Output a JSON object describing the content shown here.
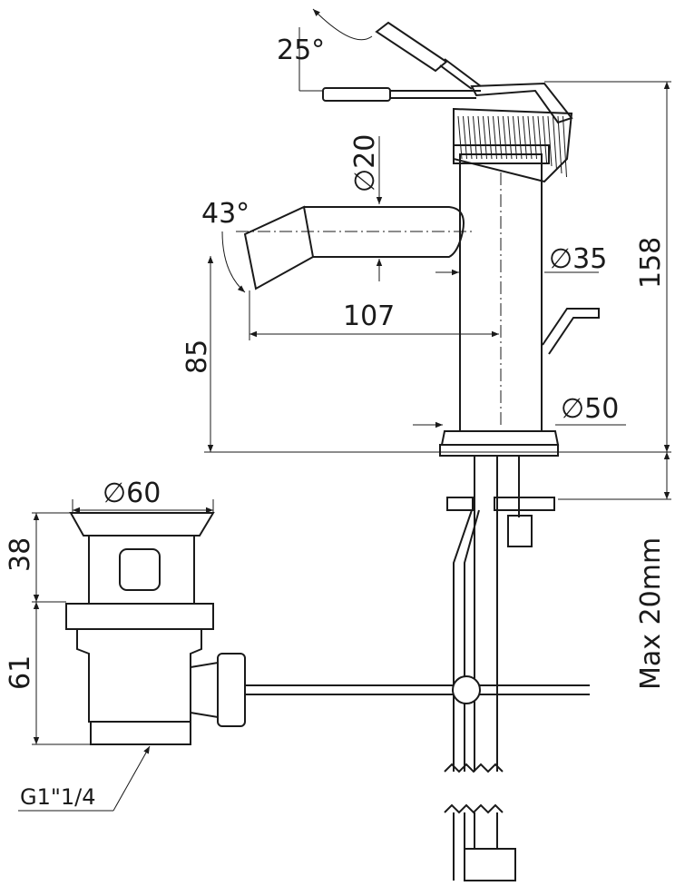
{
  "dimensions": {
    "lever_angle": "25°",
    "spout_diameter": "∅20",
    "nozzle_angle": "43°",
    "body_diameter": "∅35",
    "total_height": "158",
    "spout_reach": "107",
    "spout_height": "85",
    "base_diameter": "∅50",
    "waste_diameter": "∅60",
    "waste_upper_height": "38",
    "waste_lower_height": "61",
    "max_deck_thickness": "Max 20mm",
    "thread": "G1\"1/4"
  }
}
